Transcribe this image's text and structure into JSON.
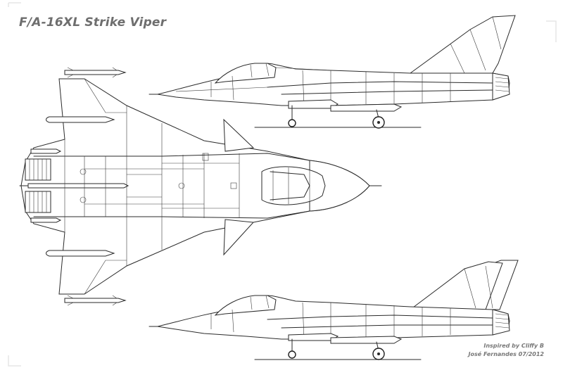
{
  "title": "F/A-16XL Strike Viper",
  "credits": {
    "line1": "Inspired by Cliffy B",
    "line2": "José Fernandes 07/2012"
  },
  "colors": {
    "ink": "#2a2a2a",
    "title_gray": "#6e6e6e",
    "background": "#ffffff"
  }
}
